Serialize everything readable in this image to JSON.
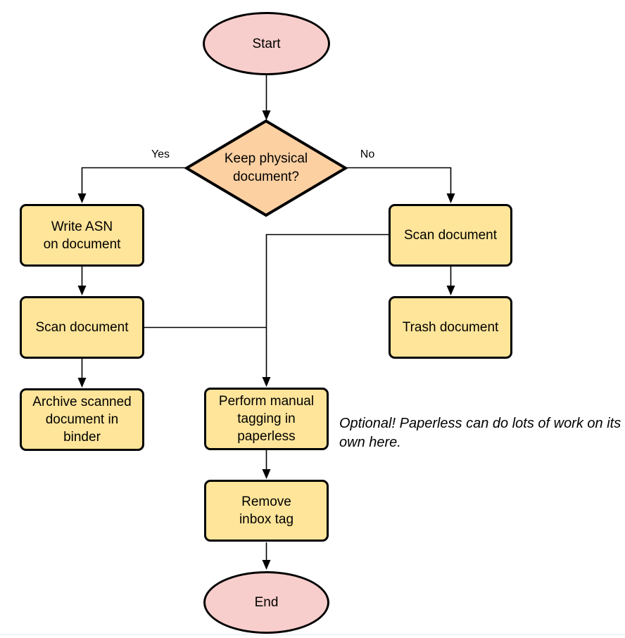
{
  "diagram": {
    "nodes": {
      "start": {
        "label": "Start",
        "type": "terminal"
      },
      "decision": {
        "label": [
          "Keep physical",
          "document?"
        ],
        "type": "decision"
      },
      "write_asn": {
        "label": [
          "Write ASN",
          "on document"
        ],
        "type": "process"
      },
      "scan_left": {
        "label": "Scan document",
        "type": "process"
      },
      "archive": {
        "label": [
          "Archive scanned",
          "document in",
          "binder"
        ],
        "type": "process"
      },
      "scan_right": {
        "label": "Scan document",
        "type": "process"
      },
      "trash": {
        "label": "Trash document",
        "type": "process"
      },
      "tagging": {
        "label": [
          "Perform manual",
          "tagging in",
          "paperless"
        ],
        "type": "process"
      },
      "remove_inbox": {
        "label": [
          "Remove",
          "inbox tag"
        ],
        "type": "process"
      },
      "end": {
        "label": "End",
        "type": "terminal"
      }
    },
    "edge_labels": {
      "yes": "Yes",
      "no": "No"
    },
    "annotation": "Optional! Paperless can do lots of work on its own here.",
    "colors": {
      "terminal_fill": "#f8cecc",
      "decision_fill": "#fdd0a2",
      "process_fill": "#ffe59a",
      "stroke": "#000000"
    }
  }
}
